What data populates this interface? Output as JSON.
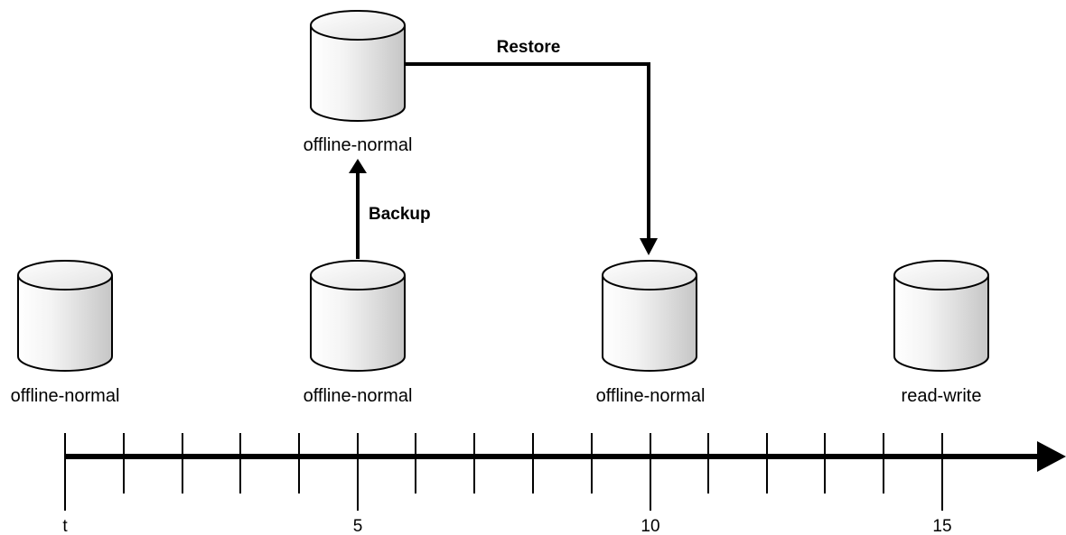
{
  "databases": [
    {
      "id": "db-t0",
      "state": "offline-normal"
    },
    {
      "id": "db-t5",
      "state": "offline-normal"
    },
    {
      "id": "db-t10",
      "state": "offline-normal"
    },
    {
      "id": "db-t15",
      "state": "read-write"
    },
    {
      "id": "db-backup",
      "state": "offline-normal"
    }
  ],
  "arrows": {
    "backup_label": "Backup",
    "restore_label": "Restore"
  },
  "timeline": {
    "tick_labels": [
      "t",
      "5",
      "10",
      "15"
    ]
  },
  "colors": {
    "stroke": "#000000",
    "cylinder_fill_light": "#ffffff",
    "cylinder_fill_dark": "#c8c8c8"
  }
}
